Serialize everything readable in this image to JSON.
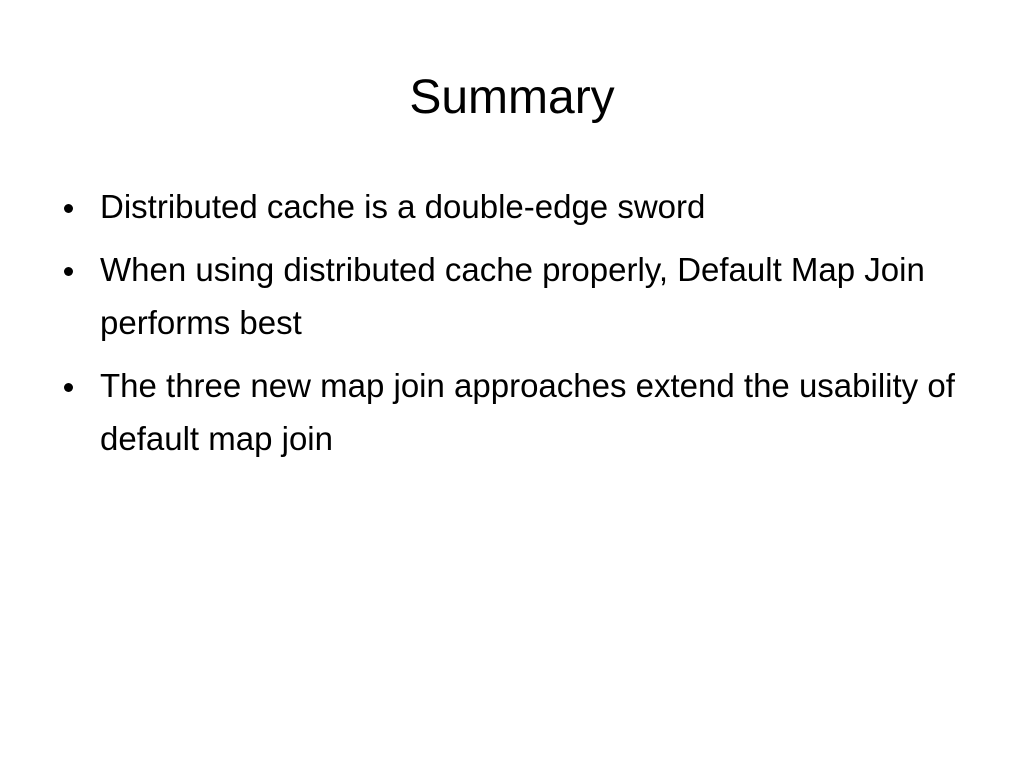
{
  "slide": {
    "title": "Summary",
    "bullets": [
      "Distributed cache is a double-edge sword",
      "When using distributed cache properly, Default Map Join performs best",
      "The three new map join approaches extend the usability of default map join"
    ]
  }
}
